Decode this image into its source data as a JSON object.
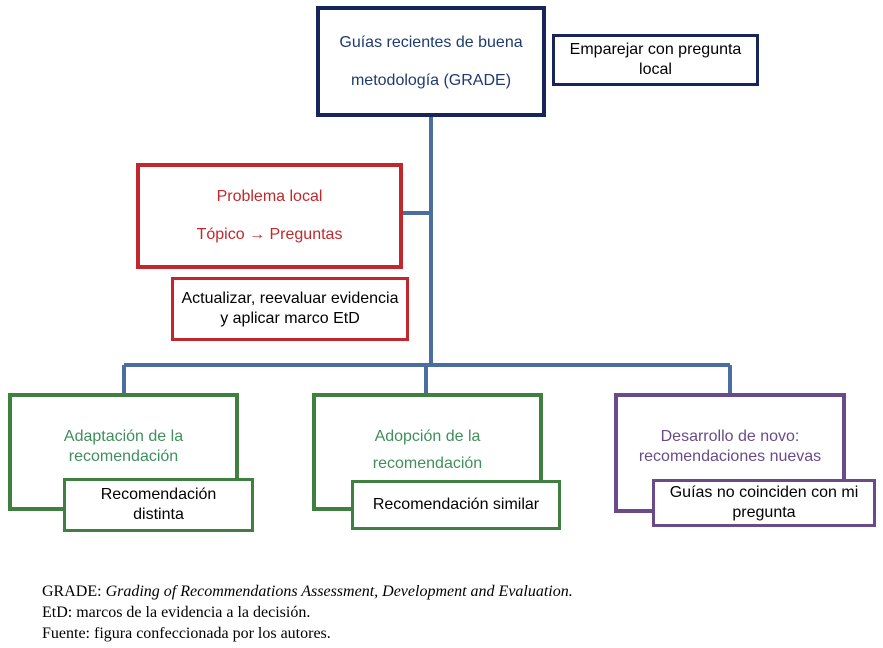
{
  "top": {
    "line1": "Guías recientes de buena",
    "line2": "metodología (GRADE)",
    "side": "Emparejar con pregunta local"
  },
  "local": {
    "title": "Problema local",
    "topic": "Tópico",
    "arrow": "→",
    "questions": "Preguntas",
    "sub": "Actualizar, reevaluar evidencia y aplicar marco EtD"
  },
  "branches": [
    {
      "title": "Adaptación de la recomendación",
      "sub": "Recomendación distinta"
    },
    {
      "title": "Adopción de la recomendación",
      "sub": "Recomendación similar"
    },
    {
      "title": "Desarrollo de novo: recomendaciones nuevas",
      "sub": "Guías no coinciden con mi pregunta"
    }
  ],
  "footer": {
    "grade_label": "GRADE:",
    "grade_text": "Grading of Recommendations Assessment, Development and Evaluation.",
    "etd": "EtD: marcos de la evidencia a la decisión.",
    "source": "Fuente: figura confeccionada por los autores."
  },
  "colors": {
    "connector": "#4a6ea0",
    "navy": "#17255a",
    "red": "#c0282d",
    "green": "#3f7f3f",
    "purple": "#6a4b8a"
  }
}
